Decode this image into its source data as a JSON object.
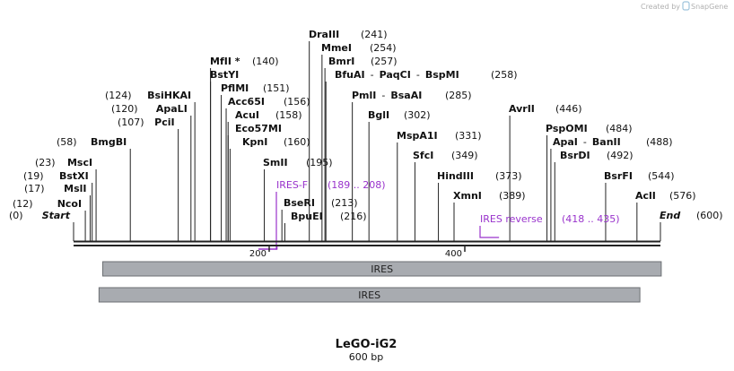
{
  "credit": {
    "text": "Created by",
    "brand": "SnapGene"
  },
  "title": "LeGO-iG2",
  "subtitle": "600 bp",
  "colors": {
    "primer": "#9933cc",
    "feature": "#a8abb0",
    "feature_border": "#6c6f73",
    "line": "#222222"
  },
  "sequence_length": 600,
  "axis_ticks": [
    {
      "pos": 200,
      "label": "200"
    },
    {
      "pos": 400,
      "label": "400"
    }
  ],
  "sites": [
    {
      "pos": 0,
      "segments": [
        {
          "t": "Start"
        }
      ],
      "pos_label": "(0)",
      "italic": true
    },
    {
      "pos": 12,
      "segments": [
        {
          "t": "NcoI"
        }
      ],
      "pos_label": "(12)"
    },
    {
      "pos": 17,
      "segments": [
        {
          "t": "MslI"
        }
      ],
      "pos_label": "(17)"
    },
    {
      "pos": 19,
      "segments": [
        {
          "t": "BstXI"
        }
      ],
      "pos_label": "(19)"
    },
    {
      "pos": 23,
      "segments": [
        {
          "t": "MscI"
        }
      ],
      "pos_label": "(23)"
    },
    {
      "pos": 58,
      "segments": [
        {
          "t": "BmgBI"
        }
      ],
      "pos_label": "(58)"
    },
    {
      "pos": 107,
      "segments": [
        {
          "t": "PciI"
        }
      ],
      "pos_label": "(107)"
    },
    {
      "pos": 120,
      "segments": [
        {
          "t": "ApaLI"
        }
      ],
      "pos_label": "(120)"
    },
    {
      "pos": 124,
      "segments": [
        {
          "t": "BsiHKAI"
        }
      ],
      "pos_label": "(124)"
    },
    {
      "pos": 140,
      "segments": [
        {
          "t": "MfII *"
        }
      ],
      "pos_label": "(140)"
    },
    {
      "pos": 140,
      "segments": [
        {
          "t": "BstYI"
        }
      ],
      "pos_label": ""
    },
    {
      "pos": 151,
      "segments": [
        {
          "t": "PflMI"
        }
      ],
      "pos_label": "(151)"
    },
    {
      "pos": 156,
      "segments": [
        {
          "t": "Acc65I"
        }
      ],
      "pos_label": "(156)"
    },
    {
      "pos": 158,
      "segments": [
        {
          "t": "AcuI"
        }
      ],
      "pos_label": "(158)"
    },
    {
      "pos": 158,
      "segments": [
        {
          "t": "Eco57MI"
        }
      ],
      "pos_label": ""
    },
    {
      "pos": 160,
      "segments": [
        {
          "t": "KpnI"
        }
      ],
      "pos_label": "(160)"
    },
    {
      "pos": 195,
      "segments": [
        {
          "t": "SmII"
        }
      ],
      "pos_label": "(195)"
    },
    {
      "pos": 213,
      "segments": [
        {
          "t": "BseRI"
        }
      ],
      "pos_label": "(213)"
    },
    {
      "pos": 216,
      "segments": [
        {
          "t": "BpuEI"
        }
      ],
      "pos_label": "(216)"
    },
    {
      "pos": 241,
      "segments": [
        {
          "t": "DraIII"
        }
      ],
      "pos_label": "(241)"
    },
    {
      "pos": 254,
      "segments": [
        {
          "t": "MmeI"
        }
      ],
      "pos_label": "(254)"
    },
    {
      "pos": 257,
      "segments": [
        {
          "t": "BmrI"
        }
      ],
      "pos_label": "(257)"
    },
    {
      "pos": 258,
      "segments": [
        {
          "t": "BfuAI"
        },
        {
          "t": "-",
          "sep": true
        },
        {
          "t": "PaqCI"
        },
        {
          "t": "-",
          "sep": true
        },
        {
          "t": "BspMI"
        }
      ],
      "pos_label": "(258)"
    },
    {
      "pos": 285,
      "segments": [
        {
          "t": "PmlI"
        },
        {
          "t": "-",
          "sep": true
        },
        {
          "t": "BsaAI"
        }
      ],
      "pos_label": "(285)"
    },
    {
      "pos": 302,
      "segments": [
        {
          "t": "BglI"
        }
      ],
      "pos_label": "(302)"
    },
    {
      "pos": 331,
      "segments": [
        {
          "t": "MspA1I"
        }
      ],
      "pos_label": "(331)"
    },
    {
      "pos": 349,
      "segments": [
        {
          "t": "SfcI"
        }
      ],
      "pos_label": "(349)"
    },
    {
      "pos": 373,
      "segments": [
        {
          "t": "HindIII"
        }
      ],
      "pos_label": "(373)"
    },
    {
      "pos": 389,
      "segments": [
        {
          "t": "XmnI"
        }
      ],
      "pos_label": "(389)"
    },
    {
      "pos": 446,
      "segments": [
        {
          "t": "AvrII"
        }
      ],
      "pos_label": "(446)"
    },
    {
      "pos": 484,
      "segments": [
        {
          "t": "PspOMI"
        }
      ],
      "pos_label": "(484)"
    },
    {
      "pos": 488,
      "segments": [
        {
          "t": "ApaI"
        },
        {
          "t": "-",
          "sep": true
        },
        {
          "t": "BanII"
        }
      ],
      "pos_label": "(488)"
    },
    {
      "pos": 492,
      "segments": [
        {
          "t": "BsrDI"
        }
      ],
      "pos_label": "(492)"
    },
    {
      "pos": 544,
      "segments": [
        {
          "t": "BsrFI"
        }
      ],
      "pos_label": "(544)"
    },
    {
      "pos": 576,
      "segments": [
        {
          "t": "AclI"
        }
      ],
      "pos_label": "(576)"
    },
    {
      "pos": 600,
      "segments": [
        {
          "t": "End"
        }
      ],
      "pos_label": "(600)",
      "italic": true
    }
  ],
  "primers": [
    {
      "name": "IRES-F",
      "range": "(189 .. 208)",
      "start": 189,
      "end": 208,
      "direction": "forward"
    },
    {
      "name": "IRES reverse",
      "range": "(418 .. 435)",
      "start": 418,
      "end": 435,
      "direction": "reverse"
    }
  ],
  "features": [
    {
      "name": "IRES",
      "start": 28,
      "end": 599
    },
    {
      "name": "IRES",
      "start": 26,
      "end": 579
    }
  ]
}
